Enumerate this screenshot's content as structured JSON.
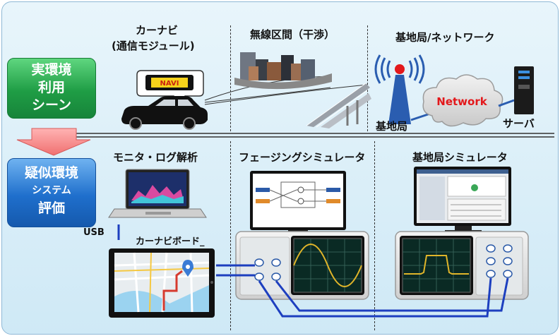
{
  "sections": {
    "real_env": [
      "実環境",
      "利用",
      "シーン"
    ],
    "sim_env": [
      "疑似環境",
      "システム",
      "評価"
    ]
  },
  "headers": {
    "car_nav_title": "カーナビ",
    "car_nav_sub": "(通信モジュール)",
    "wireless": "無線区間（干渉）",
    "base_network": "基地局/ネットワーク",
    "monitor_log": "モニタ・ログ解析",
    "fading_sim": "フェージングシミュレータ",
    "base_sim": "基地局シミュレータ"
  },
  "labels": {
    "navi_sign": "NAVI",
    "network": "Network",
    "base_station": "基地局",
    "server": "サーバ",
    "usb": "USB",
    "board": "カーナビボード_"
  },
  "colors": {
    "real_green": "#1f9d45",
    "sim_blue": "#1f6fcc",
    "cable_blue": "#1d3fbf",
    "network_red": "#e3181b",
    "signal_blue": "#2a5db0"
  }
}
